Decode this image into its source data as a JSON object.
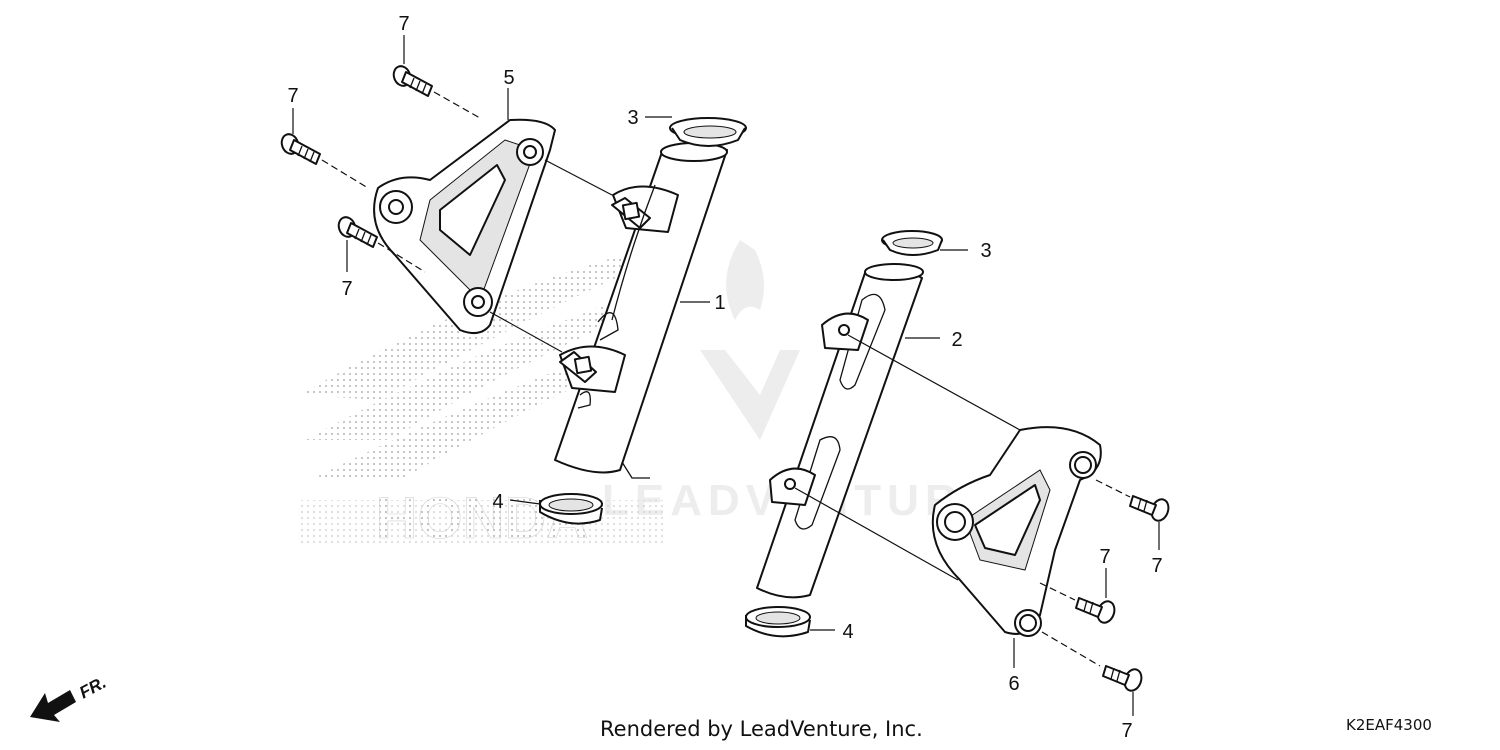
{
  "callouts": {
    "c7a": "7",
    "c7b": "7",
    "c7c": "7",
    "c7d": "7",
    "c7e": "7",
    "c7f": "7",
    "c5": "5",
    "c3a": "3",
    "c3b": "3",
    "c1": "1",
    "c2": "2",
    "c4a": "4",
    "c4b": "4",
    "c6": "6"
  },
  "direction": {
    "label": "FR."
  },
  "footer": {
    "credit": "Rendered by LeadVenture, Inc.",
    "code": "K2EAF4300"
  },
  "watermark": {
    "brand": "HONDA",
    "name": "LEADVENTURE"
  },
  "colors": {
    "line": "#111111",
    "watermark": "#d8d8d8",
    "dots": "#bbbbbb"
  }
}
